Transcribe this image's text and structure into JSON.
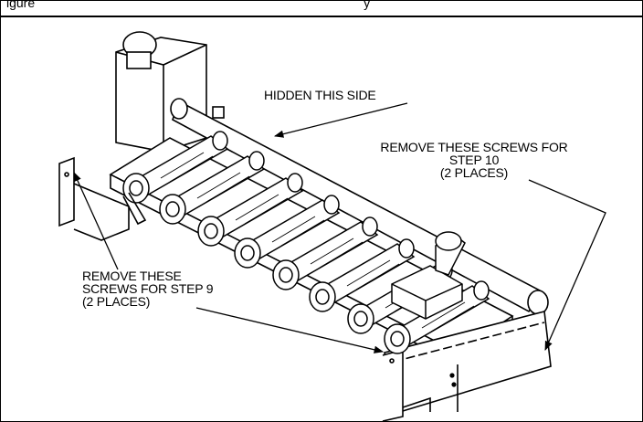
{
  "header": {
    "caption_left": "igure",
    "caption_right": "y"
  },
  "labels": {
    "hidden_side": "HIDDEN THIS SIDE",
    "step10_line1": "REMOVE THESE SCREWS FOR",
    "step10_line2": "STEP 10",
    "step10_line3": "(2 PLACES)",
    "step9_line1": "REMOVE THESE",
    "step9_line2": "SCREWS FOR STEP 9",
    "step9_line3": "(2 PLACES)"
  },
  "colors": {
    "line": "#000000",
    "background": "#ffffff",
    "hatch": "#555555"
  },
  "icons": {
    "arrow": "arrow-head-icon"
  }
}
